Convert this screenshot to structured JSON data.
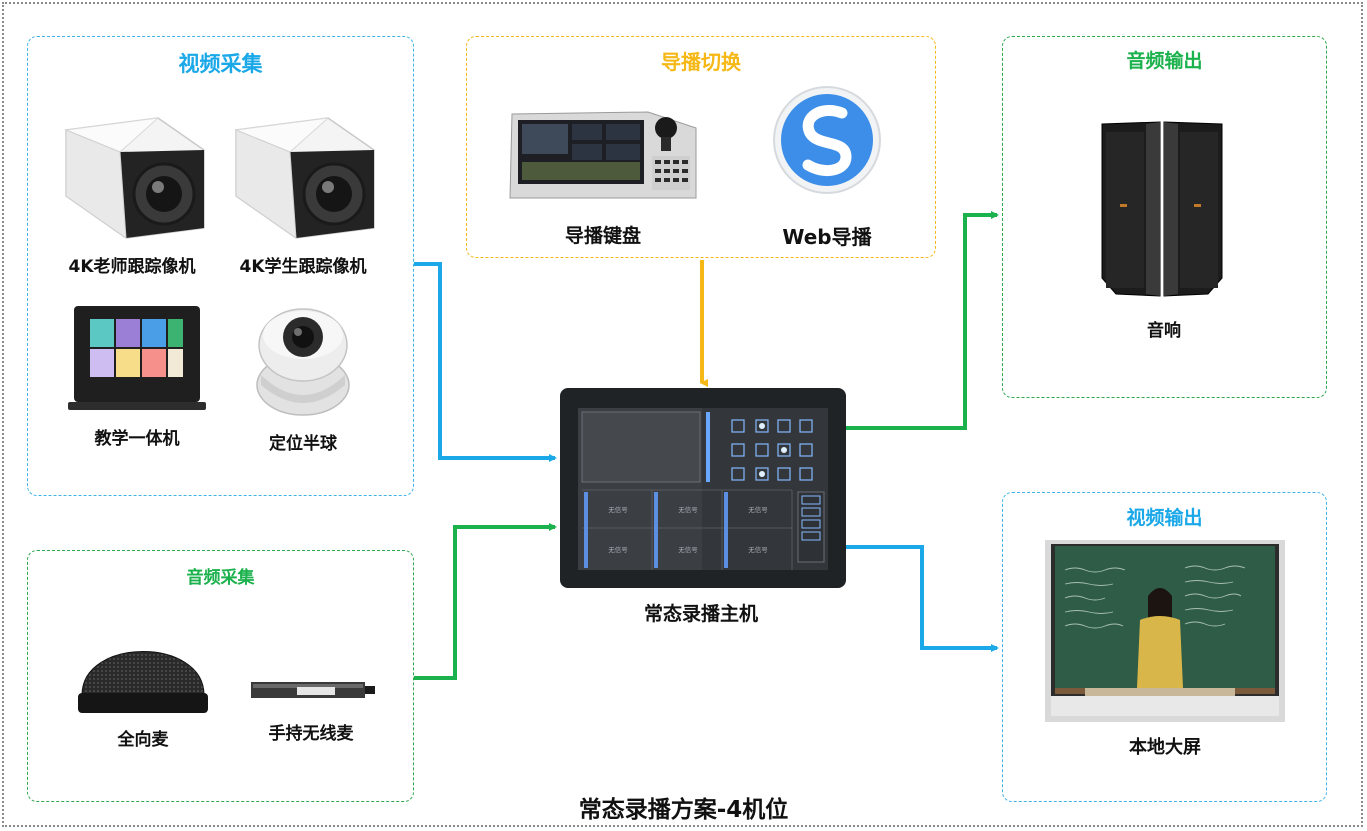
{
  "diagram": {
    "title": "常态录播方案-4机位",
    "colors": {
      "blue": "#1ba8e8",
      "green": "#1bb14c",
      "orange": "#f6b817"
    },
    "groups": {
      "video_capture": {
        "title": "视频采集",
        "items": [
          "4K老师跟踪像机",
          "4K学生跟踪像机",
          "教学一体机",
          "定位半球"
        ]
      },
      "director_switch": {
        "title": "导播切换",
        "items": [
          "导播键盘",
          "Web导播"
        ]
      },
      "audio_output": {
        "title": "音频输出",
        "items": [
          "音响"
        ]
      },
      "audio_capture": {
        "title": "音频采集",
        "items": [
          "全向麦",
          "手持无线麦"
        ]
      },
      "video_output": {
        "title": "视频输出",
        "items": [
          "本地大屏"
        ]
      }
    },
    "host": {
      "label": "常态录播主机",
      "panel_texts": [
        "无信号",
        "无信号",
        "无信号",
        "无信号",
        "无信号",
        "无信号"
      ]
    }
  }
}
